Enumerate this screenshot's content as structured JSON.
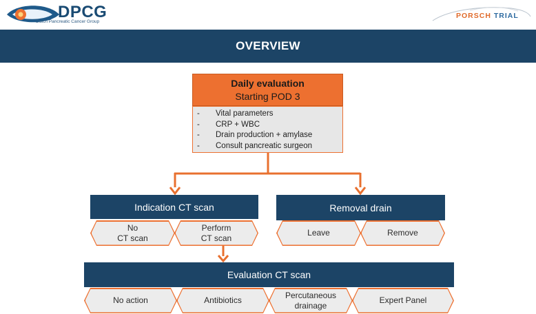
{
  "header": {
    "logo_main": "DPCG",
    "logo_sub": "Dutch Pancreatic Cancer Group",
    "trial_word1": "PORSCH",
    "trial_word2": "TRIAL",
    "banner_title": "OVERVIEW"
  },
  "daily": {
    "title": "Daily evaluation",
    "subtitle": "Starting POD 3",
    "items": [
      "Vital parameters",
      "CRP + WBC",
      "Drain production + amylase",
      "Consult pancreatic surgeon"
    ],
    "bullet": "-"
  },
  "indication": {
    "title": "Indication CT scan",
    "options": [
      "No\nCT scan",
      "Perform\nCT scan"
    ]
  },
  "removal": {
    "title": "Removal drain",
    "options": [
      "Leave",
      "Remove"
    ]
  },
  "evaluation": {
    "title": "Evaluation CT scan",
    "options": [
      "No action",
      "Antibiotics",
      "Percutaneous\ndrainage",
      "Expert Panel"
    ]
  },
  "colors": {
    "navy": "#1c4466",
    "orange": "#ed7030",
    "light_gray": "#e7e7e7"
  }
}
